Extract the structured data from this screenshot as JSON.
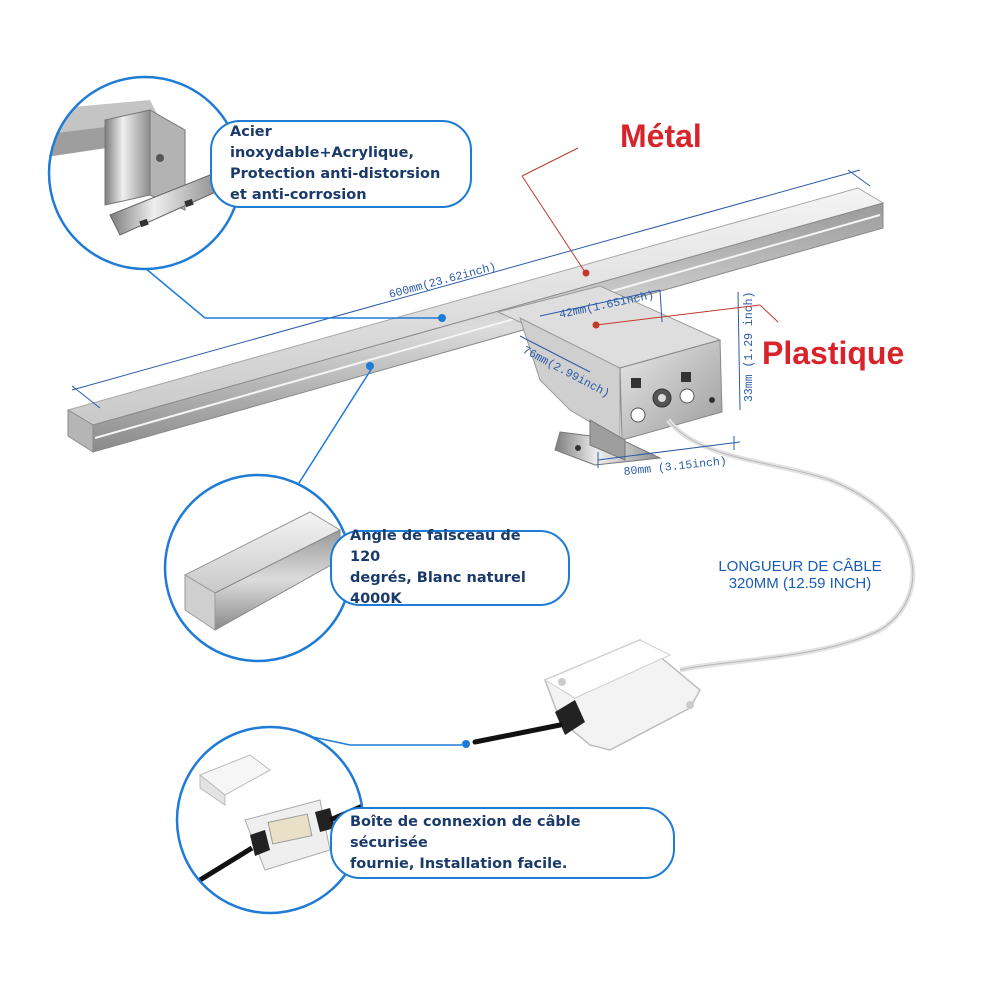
{
  "callouts": {
    "material": {
      "lines": [
        "Acier inoxydable+Acrylique,",
        "Protection anti-distorsion",
        "et anti-corrosion"
      ]
    },
    "beam": {
      "lines": [
        "Angle de faisceau de 120",
        "degrés, Blanc naturel 4000K"
      ]
    },
    "junction": {
      "lines": [
        "Boîte de connexion de câble sécurisée",
        "fournie, Installation facile."
      ]
    }
  },
  "labels": {
    "metal": "Métal",
    "plastic": "Plastique"
  },
  "cable": {
    "line1": "LONGUEUR DE CÂBLE",
    "line2": "320MM (12.59 INCH)"
  },
  "dimensions": {
    "length": "600mm(23.62inch)",
    "width": "42mm(1.65inch)",
    "depth": "76mm(2.99inch)",
    "height": "33mm (1.29 inch)",
    "base": "80mm (3.15inch)"
  },
  "colors": {
    "accent_blue": "#1e7bd6",
    "text_blue": "#1a3a6b",
    "label_red": "#d9232b",
    "pointer_red": "#c0392b"
  }
}
